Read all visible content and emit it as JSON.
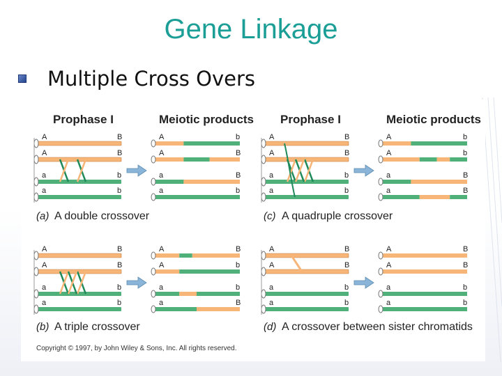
{
  "slide": {
    "title": "Gene Linkage",
    "bullet": "Multiple Cross Overs"
  },
  "figure": {
    "colors": {
      "orange": "#f7b577",
      "green": "#4fb07a",
      "cross": "#1f8a5a",
      "arrow": "#8ab5d8"
    },
    "prophase_label": "Prophase I",
    "meiotic_label": "Meiotic products",
    "panels": [
      {
        "id": "a",
        "caption_letter": "(a)",
        "caption_text": "A double crossover",
        "prophase_loci": [
          [
            "A",
            "B"
          ],
          [
            "A",
            "B"
          ],
          [
            "a",
            "b"
          ],
          [
            "a",
            "b"
          ]
        ],
        "products": [
          {
            "loci": [
              "A",
              "b"
            ],
            "segments": [
              [
                "orange",
                0,
                0.35
              ],
              [
                "green",
                0.35,
                1
              ]
            ]
          },
          {
            "loci": [
              "A",
              "B"
            ],
            "segments": [
              [
                "orange",
                0,
                0.35
              ],
              [
                "green",
                0.35,
                0.65
              ],
              [
                "orange",
                0.65,
                1
              ]
            ]
          },
          {
            "loci": [
              "a",
              "B"
            ],
            "segments": [
              [
                "green",
                0,
                0.35
              ],
              [
                "orange",
                0.35,
                1
              ]
            ]
          },
          {
            "loci": [
              "a",
              "b"
            ],
            "segments": [
              [
                "green",
                0,
                1
              ]
            ]
          }
        ]
      },
      {
        "id": "c",
        "caption_letter": "(c)",
        "caption_text": "A quadruple crossover",
        "prophase_loci": [
          [
            "A",
            "B"
          ],
          [
            "A",
            "B"
          ],
          [
            "a",
            "b"
          ],
          [
            "a",
            "b"
          ]
        ],
        "products": [
          {
            "loci": [
              "A",
              "b"
            ],
            "segments": [
              [
                "orange",
                0,
                0.35
              ],
              [
                "green",
                0.35,
                1
              ]
            ]
          },
          {
            "loci": [
              "A",
              "b"
            ],
            "segments": [
              [
                "orange",
                0,
                0.45
              ],
              [
                "green",
                0.45,
                0.65
              ],
              [
                "orange",
                0.65,
                0.8
              ],
              [
                "green",
                0.8,
                1
              ]
            ]
          },
          {
            "loci": [
              "a",
              "B"
            ],
            "segments": [
              [
                "green",
                0,
                0.35
              ],
              [
                "orange",
                0.35,
                1
              ]
            ]
          },
          {
            "loci": [
              "a",
              "B"
            ],
            "segments": [
              [
                "green",
                0,
                0.45
              ],
              [
                "orange",
                0.45,
                0.8
              ],
              [
                "green",
                0.8,
                1
              ]
            ]
          }
        ]
      },
      {
        "id": "b",
        "caption_letter": "(b)",
        "caption_text": "A triple crossover",
        "prophase_loci": [
          [
            "A",
            "B"
          ],
          [
            "A",
            "B"
          ],
          [
            "a",
            "b"
          ],
          [
            "a",
            "b"
          ]
        ],
        "products": [
          {
            "loci": [
              "A",
              "B"
            ],
            "segments": [
              [
                "orange",
                0,
                0.3
              ],
              [
                "green",
                0.3,
                0.45
              ],
              [
                "orange",
                0.45,
                1
              ]
            ]
          },
          {
            "loci": [
              "A",
              "b"
            ],
            "segments": [
              [
                "orange",
                0,
                0.3
              ],
              [
                "green",
                0.3,
                1
              ]
            ]
          },
          {
            "loci": [
              "a",
              "b"
            ],
            "segments": [
              [
                "green",
                0,
                0.3
              ],
              [
                "orange",
                0.3,
                0.5
              ],
              [
                "green",
                0.5,
                1
              ]
            ]
          },
          {
            "loci": [
              "a",
              "B"
            ],
            "segments": [
              [
                "green",
                0,
                0.5
              ],
              [
                "orange",
                0.5,
                1
              ]
            ]
          }
        ]
      },
      {
        "id": "d",
        "caption_letter": "(d)",
        "caption_text": "A crossover between sister chromatids",
        "prophase_loci": [
          [
            "A",
            "B"
          ],
          [
            "A",
            "B"
          ],
          [
            "a",
            "b"
          ],
          [
            "a",
            "b"
          ]
        ],
        "products": [
          {
            "loci": [
              "A",
              "B"
            ],
            "segments": [
              [
                "orange",
                0,
                1
              ]
            ]
          },
          {
            "loci": [
              "A",
              "B"
            ],
            "segments": [
              [
                "orange",
                0,
                1
              ]
            ]
          },
          {
            "loci": [
              "a",
              "b"
            ],
            "segments": [
              [
                "green",
                0,
                1
              ]
            ]
          },
          {
            "loci": [
              "a",
              "b"
            ],
            "segments": [
              [
                "green",
                0,
                1
              ]
            ]
          }
        ]
      }
    ],
    "copyright": "Copyright © 1997, by John Wiley & Sons, Inc. All rights reserved."
  }
}
